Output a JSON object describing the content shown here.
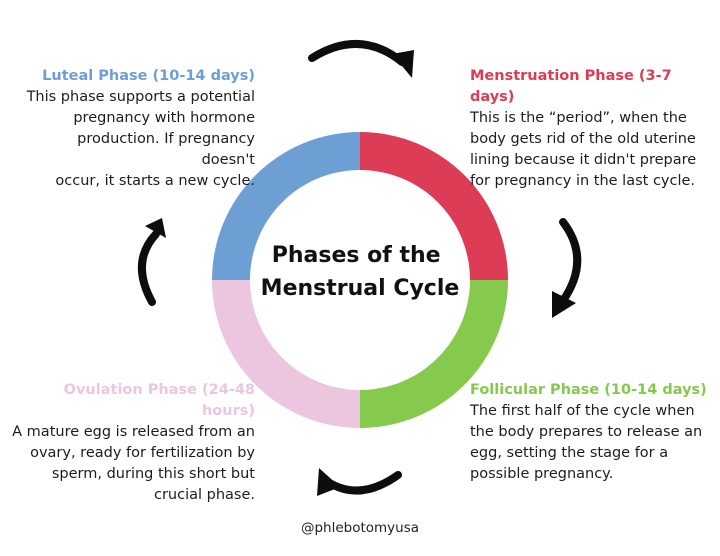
{
  "center_title": [
    "Phases of the",
    "Menstrual Cycle"
  ],
  "phases": {
    "luteal": {
      "title": "Luteal Phase (10-14 days)",
      "body": "This phase supports a potential\npregnancy with hormone\nproduction. If pregnancy doesn't\noccur, it starts a new cycle.",
      "color": "#6d9fd5"
    },
    "menstruation": {
      "title": "Menstruation Phase (3-7 days)",
      "body": "This is the “period”, when the\nbody gets rid of the old uterine\nlining because it didn't prepare\nfor pregnancy in the last cycle.",
      "color": "#dc3c55"
    },
    "ovulation": {
      "title": "Ovulation Phase (24-48 hours)",
      "body": "A mature egg is released from an\novary, ready for fertilization by\nsperm, during this short but\ncrucial phase.",
      "color": "#ecc6de"
    },
    "follicular": {
      "title": "Follicular Phase (10-14 days)",
      "body": "The first half of the cycle when\nthe body prepares to release an\negg, setting the stage for a\npossible pregnancy.",
      "color": "#85c94d"
    }
  },
  "credit": "@phlebotomyusa",
  "arrow_color": "#0d0d0d",
  "icons": [
    "arrow-top-icon",
    "arrow-right-icon",
    "arrow-bottom-icon",
    "arrow-left-icon"
  ]
}
